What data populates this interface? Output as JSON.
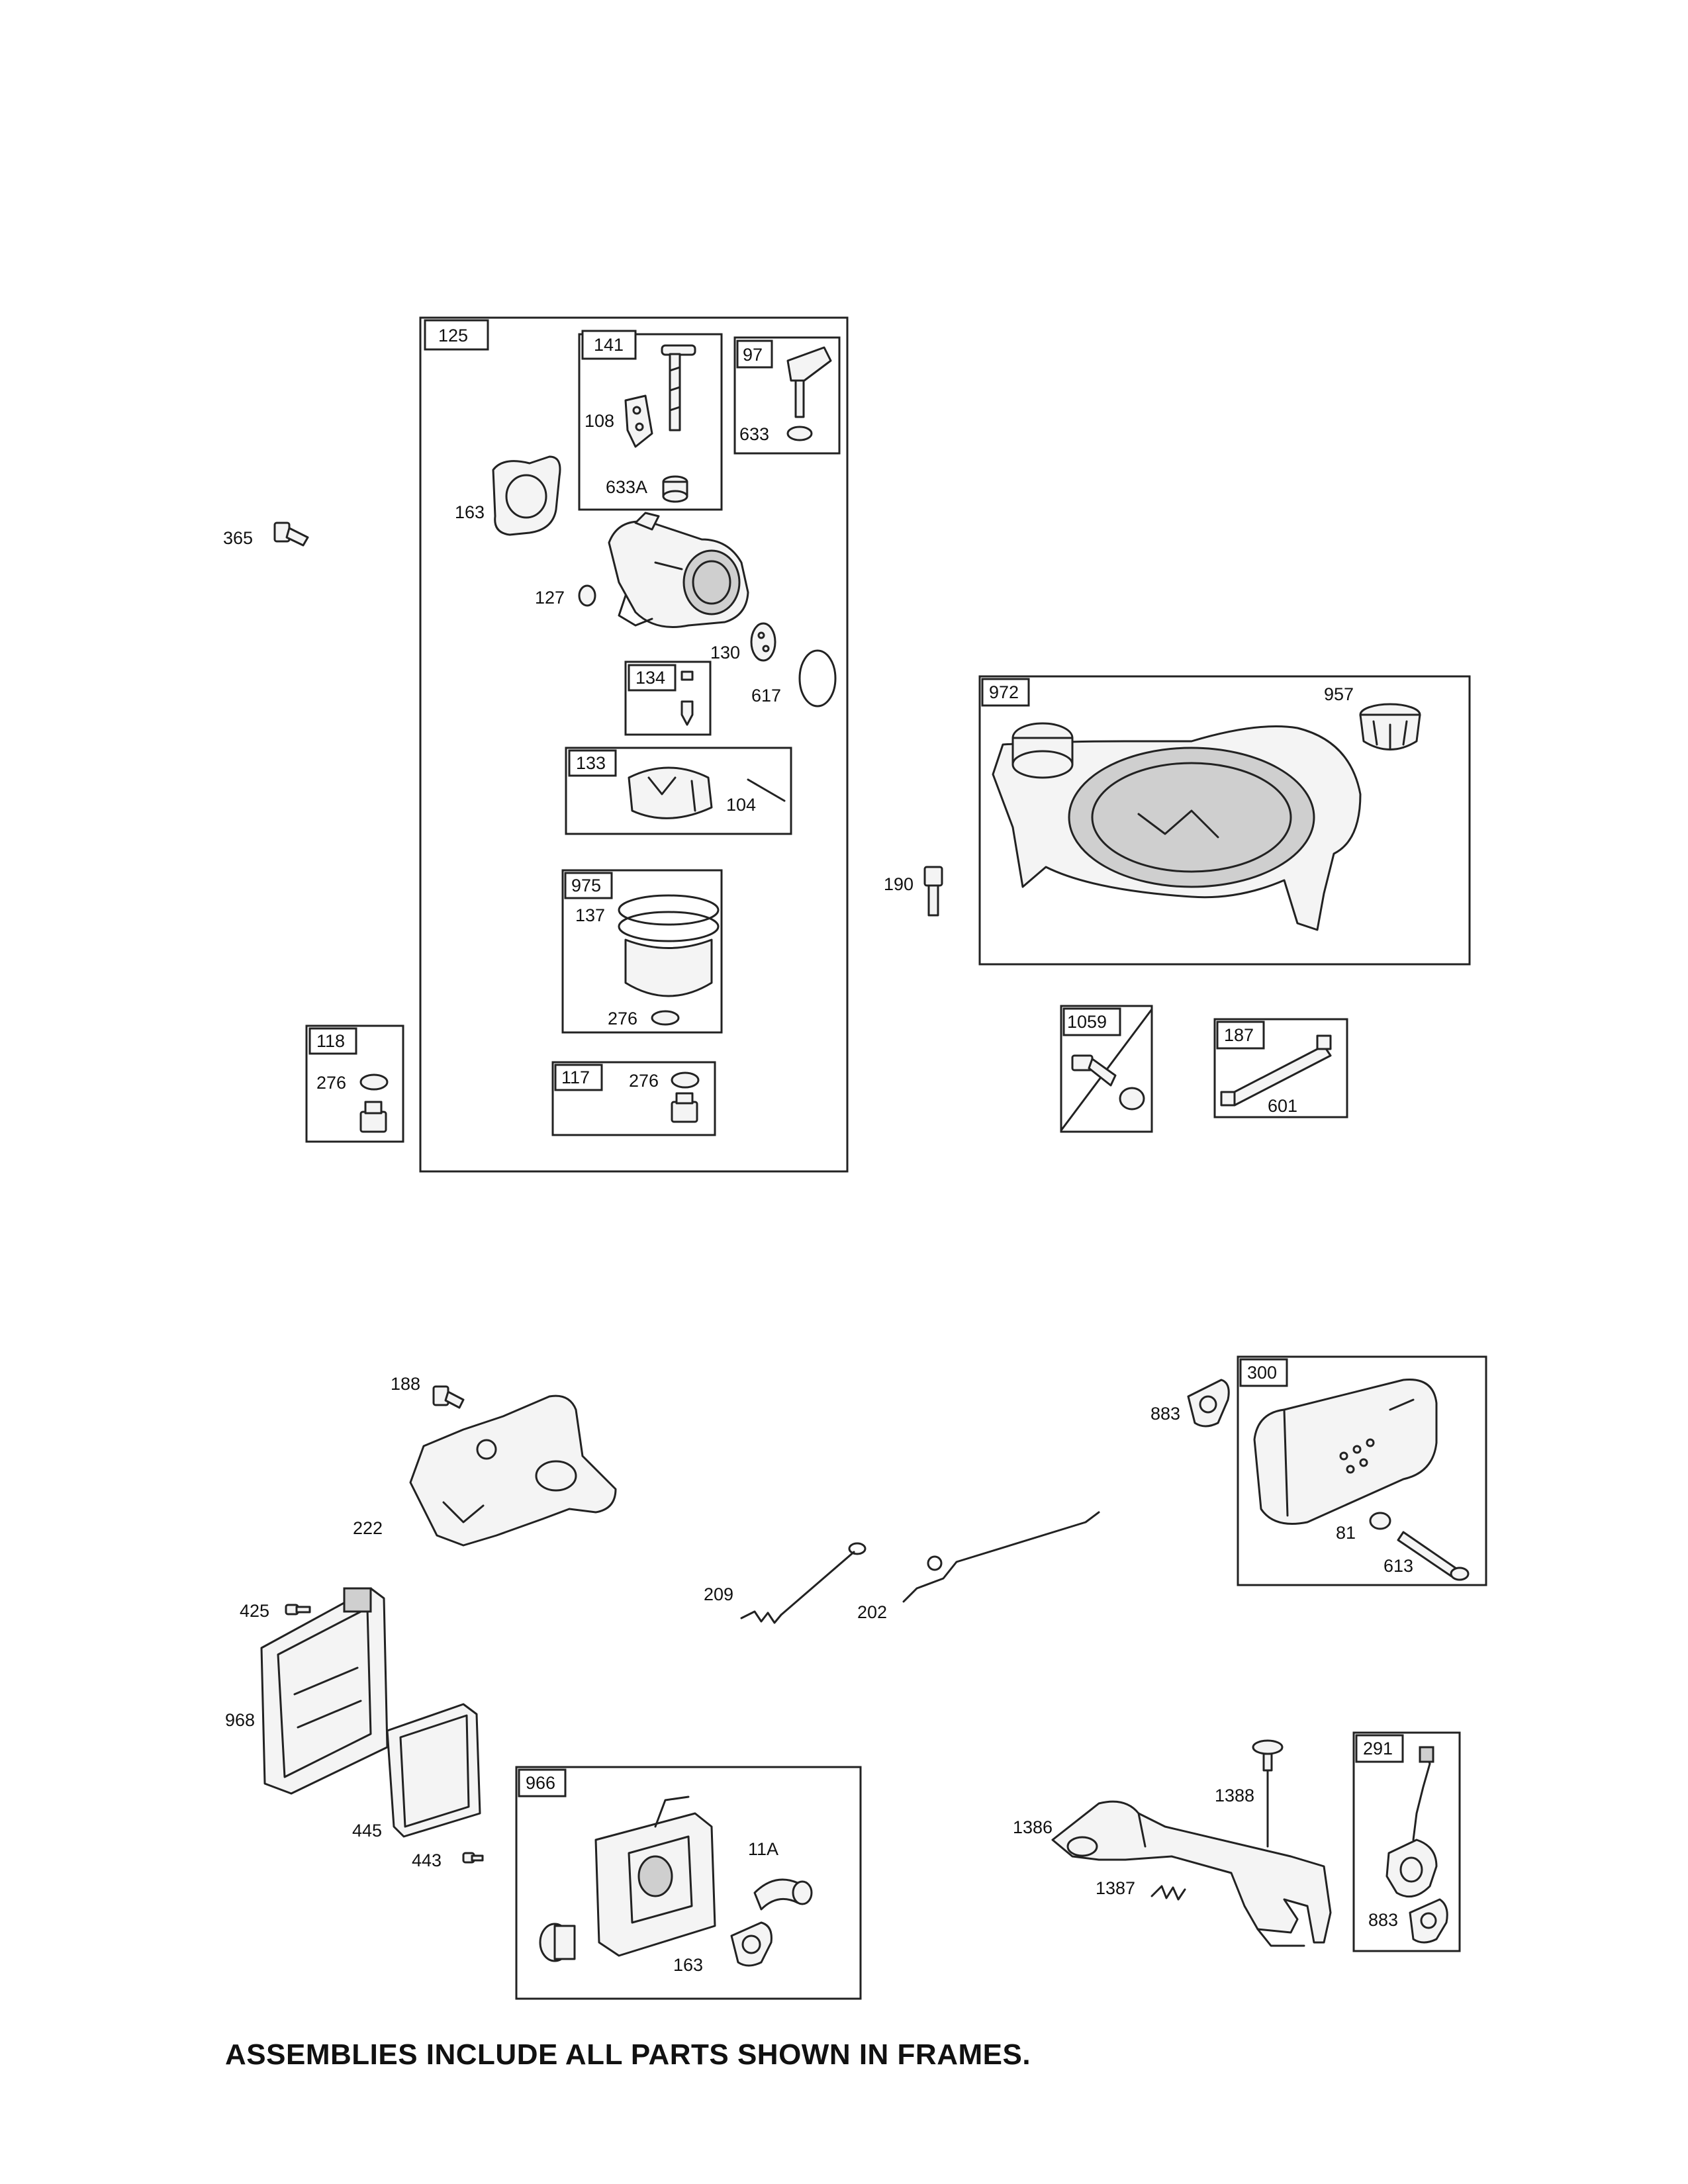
{
  "frames": {
    "f125": "125",
    "f141": "141",
    "f97": "97",
    "f134": "134",
    "f133": "133",
    "f975": "975",
    "f118": "118",
    "f117": "117",
    "f972": "972",
    "f1059": "1059",
    "f187": "187",
    "f300": "300",
    "f966": "966",
    "f291": "291"
  },
  "parts": {
    "p365": "365",
    "p108": "108",
    "p633": "633",
    "p633a": "633A",
    "p163_top": "163",
    "p127": "127",
    "p130": "130",
    "p617": "617",
    "p104": "104",
    "p137": "137",
    "p276_975": "276",
    "p276_118": "276",
    "p276_117": "276",
    "p957": "957",
    "p190": "190",
    "p601": "601",
    "p188": "188",
    "p222": "222",
    "p883_a": "883",
    "p209": "209",
    "p202": "202",
    "p81": "81",
    "p613": "613",
    "p425": "425",
    "p968": "968",
    "p445": "445",
    "p443": "443",
    "p11a": "11A",
    "p163_bottom": "163",
    "p1386": "1386",
    "p1388": "1388",
    "p1387": "1387",
    "p883_b": "883"
  },
  "footer": {
    "note": "ASSEMBLIES INCLUDE ALL PARTS SHOWN IN FRAMES."
  }
}
